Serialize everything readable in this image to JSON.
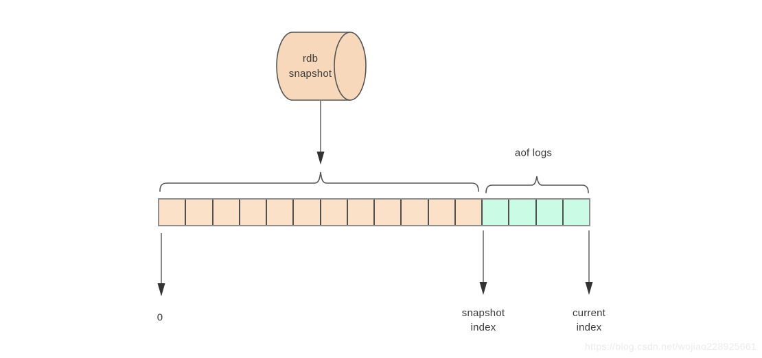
{
  "diagram": {
    "cylinder_label": "rdb\nsnapshot",
    "aof_label": "aof logs",
    "zero_label": "0",
    "snapshot_index_label": "snapshot\nindex",
    "current_index_label": "current\nindex",
    "watermark": "https://blog.csdn.net/wojiao228925661"
  },
  "row": {
    "rdb_cell_count": 12,
    "aof_cell_count": 4
  },
  "colors": {
    "rdb_cell_fill": "#FAE1C8",
    "aof_cell_fill": "#CAFBE4",
    "cylinder_fill": "#F8D8BA",
    "stroke": "#555555",
    "arrowhead": "#333333",
    "text": "#3A3A3A",
    "watermark": "#EBEBEB"
  }
}
